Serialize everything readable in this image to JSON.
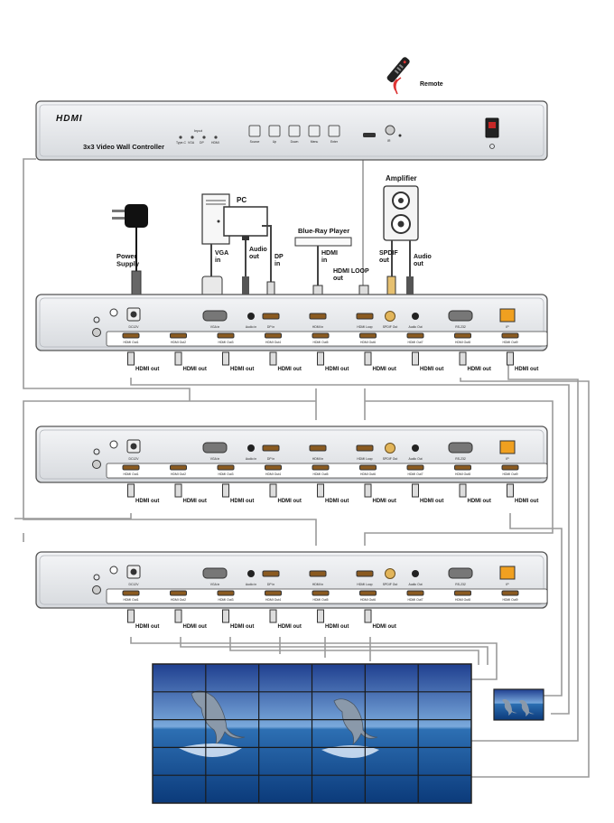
{
  "remote": {
    "label": "Remote"
  },
  "controller": {
    "logo": "HDMI",
    "title": "3x3 Video Wall Controller",
    "input_group_label": "Input",
    "inputs": [
      "Type-C",
      "VGA",
      "DP",
      "HDMI"
    ],
    "buttons": [
      "Source",
      "Up",
      "Down",
      "Menu",
      "Enter"
    ],
    "ir_label": "IR"
  },
  "sources": {
    "pc": "PC",
    "power_supply": "Power\nSupply",
    "blu_ray": "Blue-Ray Player",
    "amplifier": "Amplifier"
  },
  "cable_labels": {
    "vga_in": "VGA\nin",
    "audio_out": "Audio\nout",
    "dp_in": "DP\nin",
    "hdmi_in": "HDMI\nin",
    "hdmi_loop_out": "HDMI LOOP\nout",
    "spdif_out": "SPDIF\nout",
    "amp_audio_out": "Audio\nout",
    "hdmi_out": "HDMI out"
  },
  "rear_panel": {
    "ports": [
      "DC12V",
      "VGA in",
      "Audio in",
      "DP in",
      "HDMI in",
      "HDMI Loop",
      "SPDIF Out",
      "Audio Out",
      "RS-232",
      "IP"
    ],
    "hdmi_outs": [
      "HDMI Out1",
      "HDMI Out2",
      "HDMI Out3",
      "HDMI Out4",
      "HDMI Out5",
      "HDMI Out6",
      "HDMI Out7",
      "HDMI Out8",
      "HDMI Out9"
    ]
  }
}
